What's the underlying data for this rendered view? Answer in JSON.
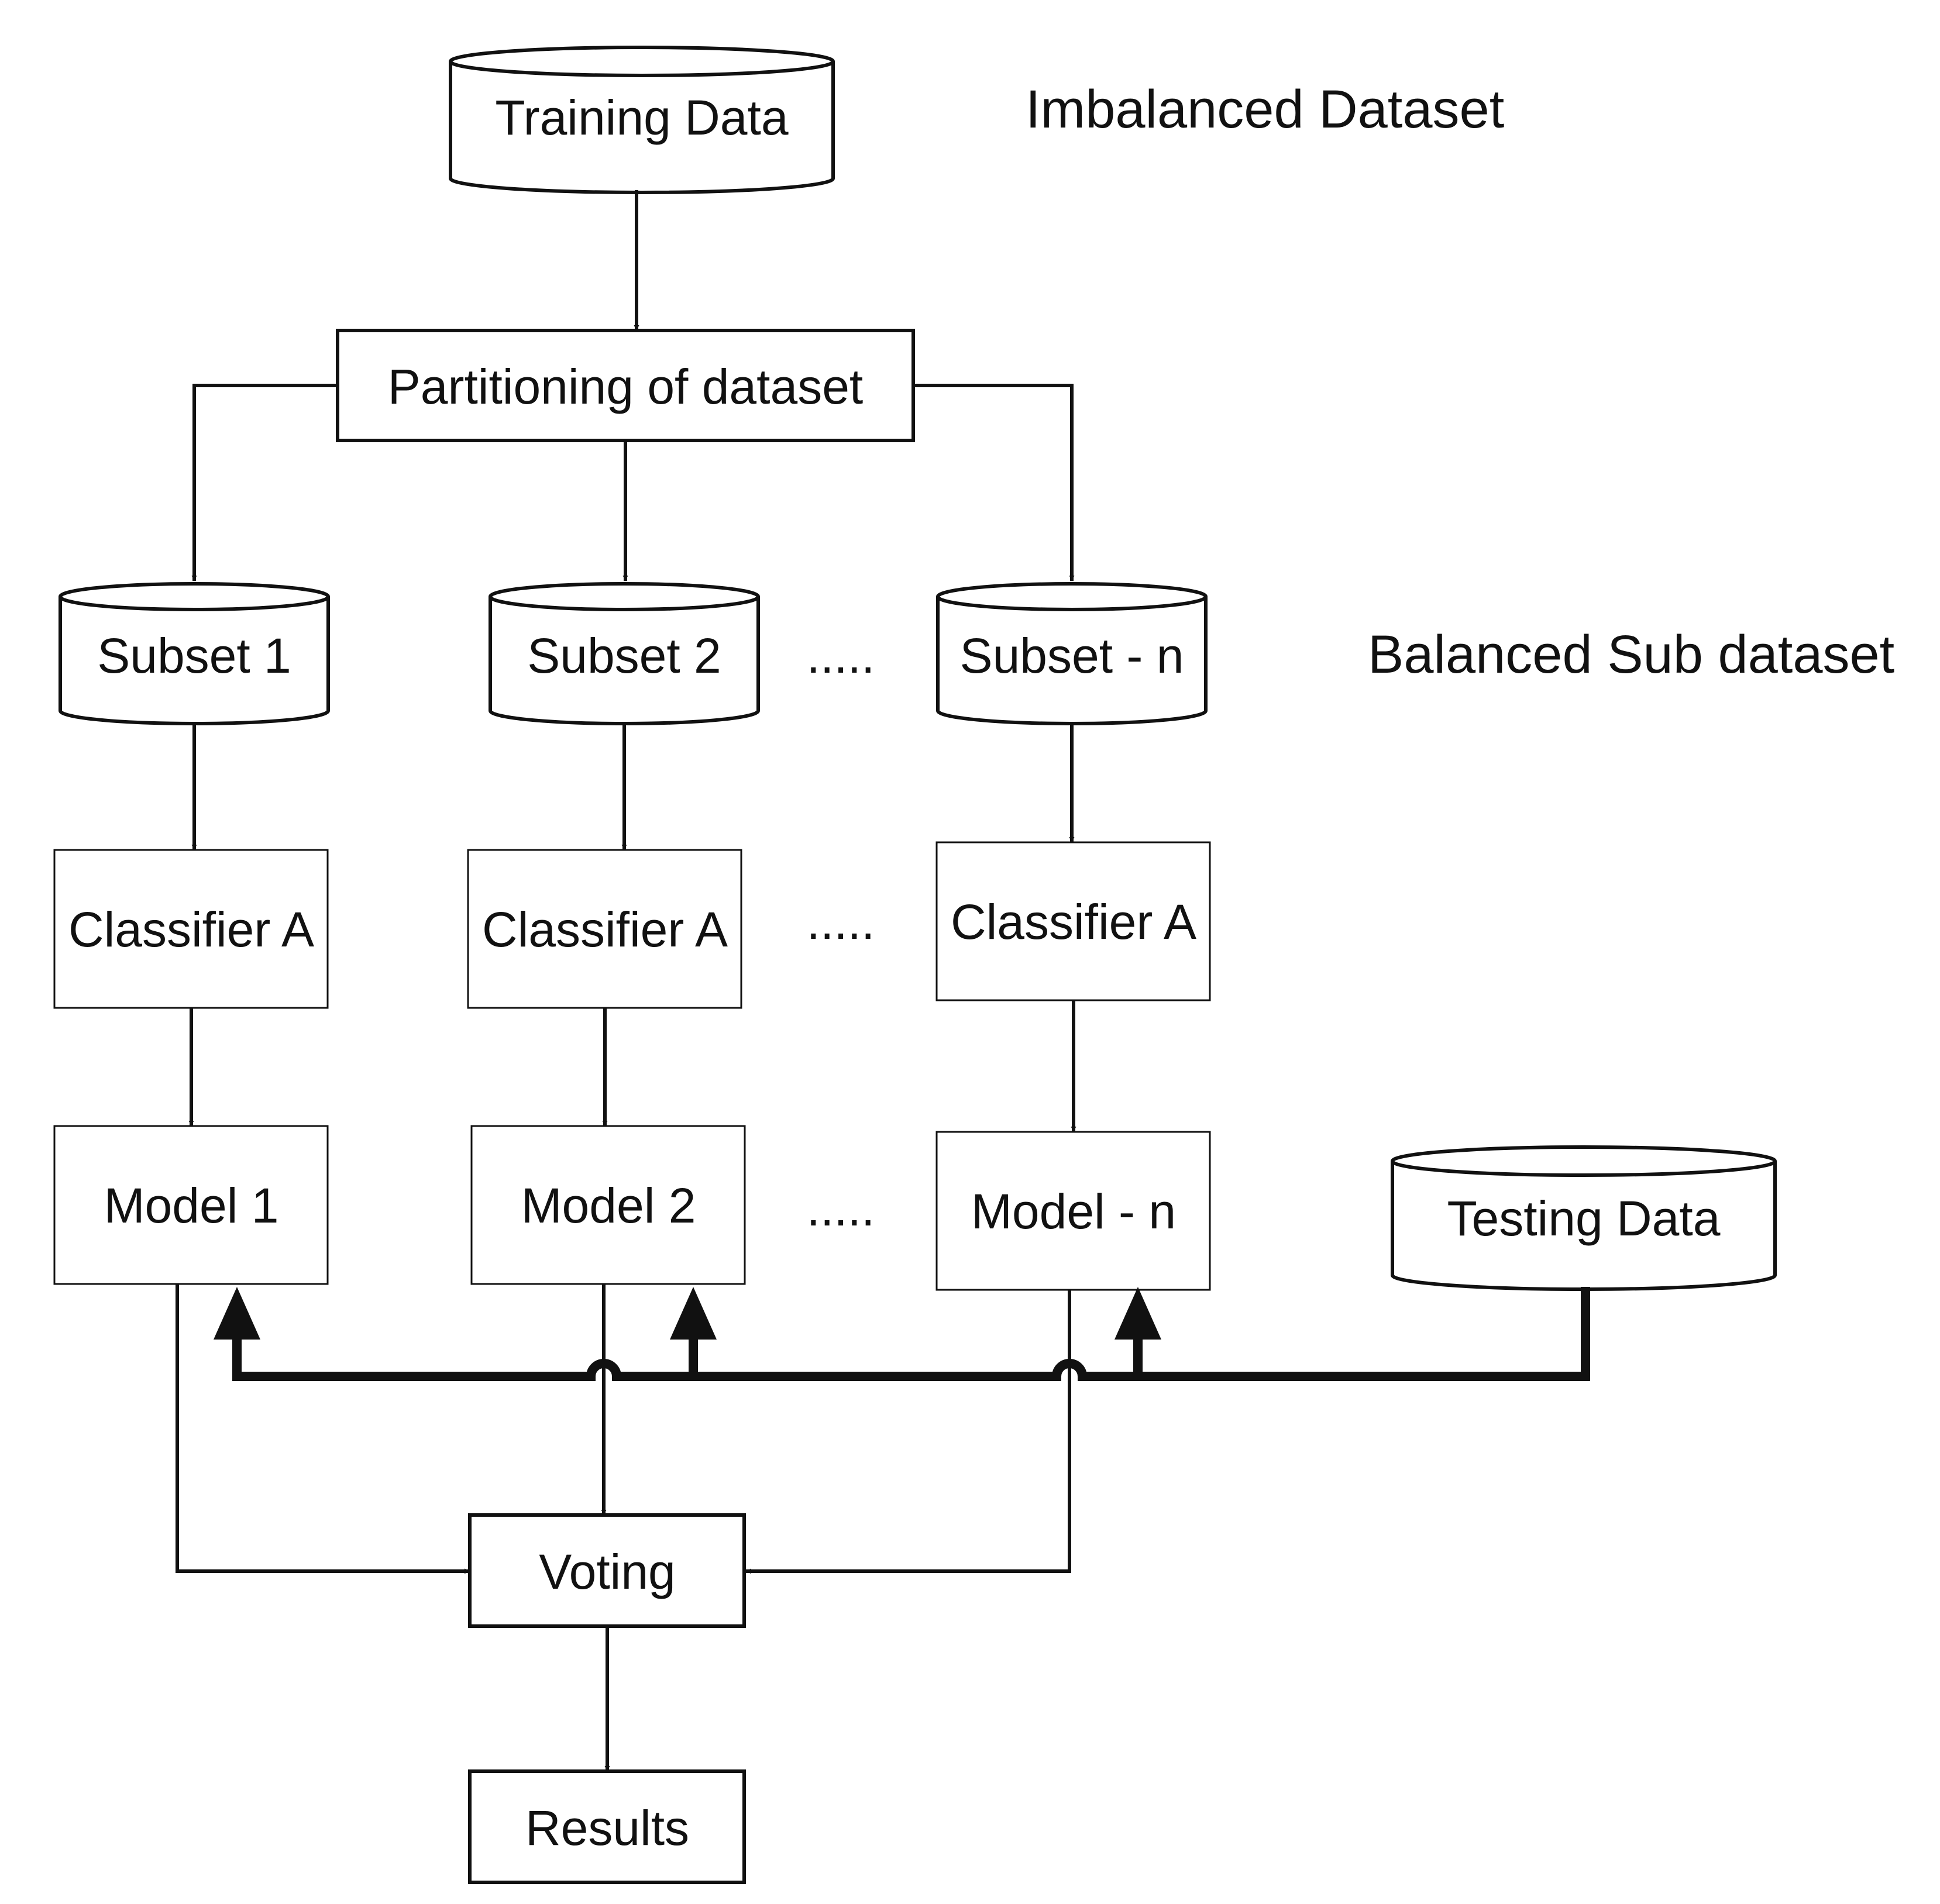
{
  "nodes": {
    "training_data": "Training Data",
    "partitioning": "Partitioning of dataset",
    "subset_1": "Subset 1",
    "subset_2": "Subset 2",
    "subset_n": "Subset - n",
    "classifier_1": "Classifier A",
    "classifier_2": "Classifier A",
    "classifier_n": "Classifier A",
    "model_1": "Model 1",
    "model_2": "Model 2",
    "model_n": "Model - n",
    "testing_data": "Testing Data",
    "voting": "Voting",
    "results": "Results"
  },
  "ellipses": {
    "subsets": ".....",
    "classifiers": ".....",
    "models": "....."
  },
  "annotations": {
    "imbalanced": "Imbalanced Dataset",
    "balanced": "Balanced Sub dataset"
  }
}
